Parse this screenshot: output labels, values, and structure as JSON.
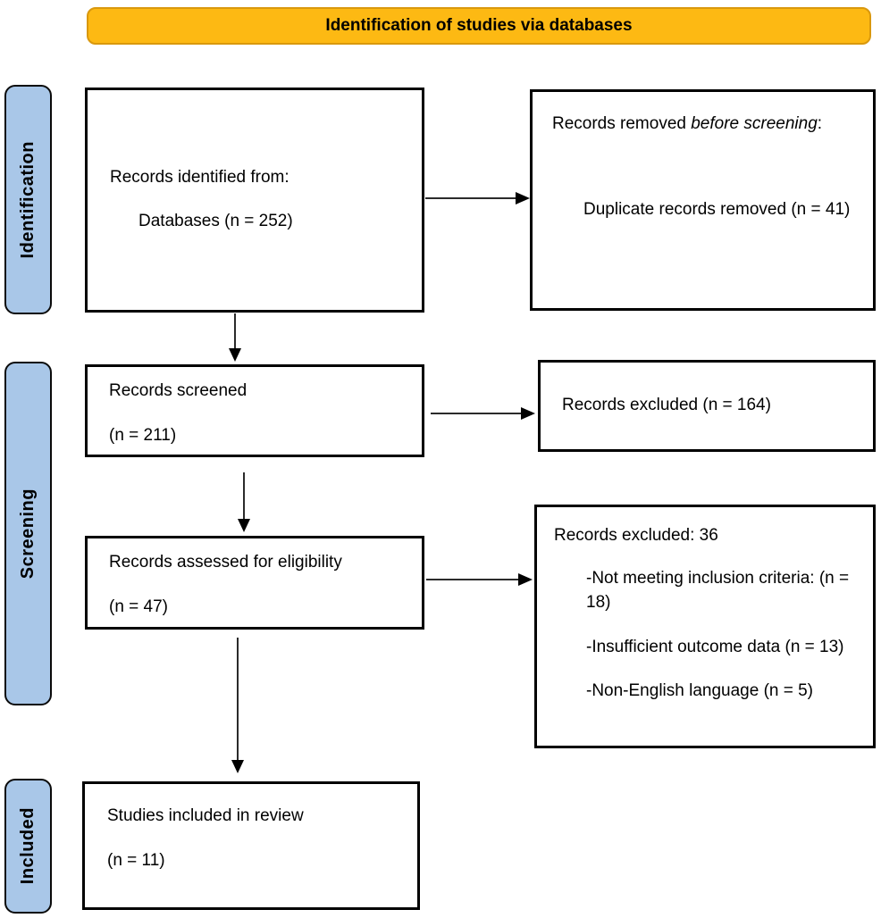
{
  "banner": {
    "title": "Identification of studies via databases",
    "bg_color": "#FDB913",
    "border_color": "#D9980D"
  },
  "stages": {
    "identification": "Identification",
    "screening": "Screening",
    "included": "Included",
    "bg_color": "#A9C7E8"
  },
  "boxes": {
    "records_identified": {
      "line1": "Records identified from:",
      "line2": "Databases (n = 252)"
    },
    "records_removed": {
      "line1_prefix": "Records removed ",
      "line1_italic": "before screening",
      "line1_suffix": ":",
      "line2": "Duplicate records removed (n = 41)"
    },
    "records_screened": {
      "line1": "Records screened",
      "line2": "(n = 211)"
    },
    "records_excluded": {
      "line1": "Records excluded (n = 164)"
    },
    "records_assessed": {
      "line1": "Records assessed for eligibility",
      "line2": "(n = 47)"
    },
    "records_excluded_detail": {
      "heading": "Records excluded: 36",
      "items": [
        "-Not meeting inclusion criteria: (n = 18)",
        "-Insufficient outcome data (n = 13)",
        "-Non-English language (n = 5)"
      ]
    },
    "studies_included": {
      "line1": "Studies included in review",
      "line2": "(n = 11)"
    }
  }
}
